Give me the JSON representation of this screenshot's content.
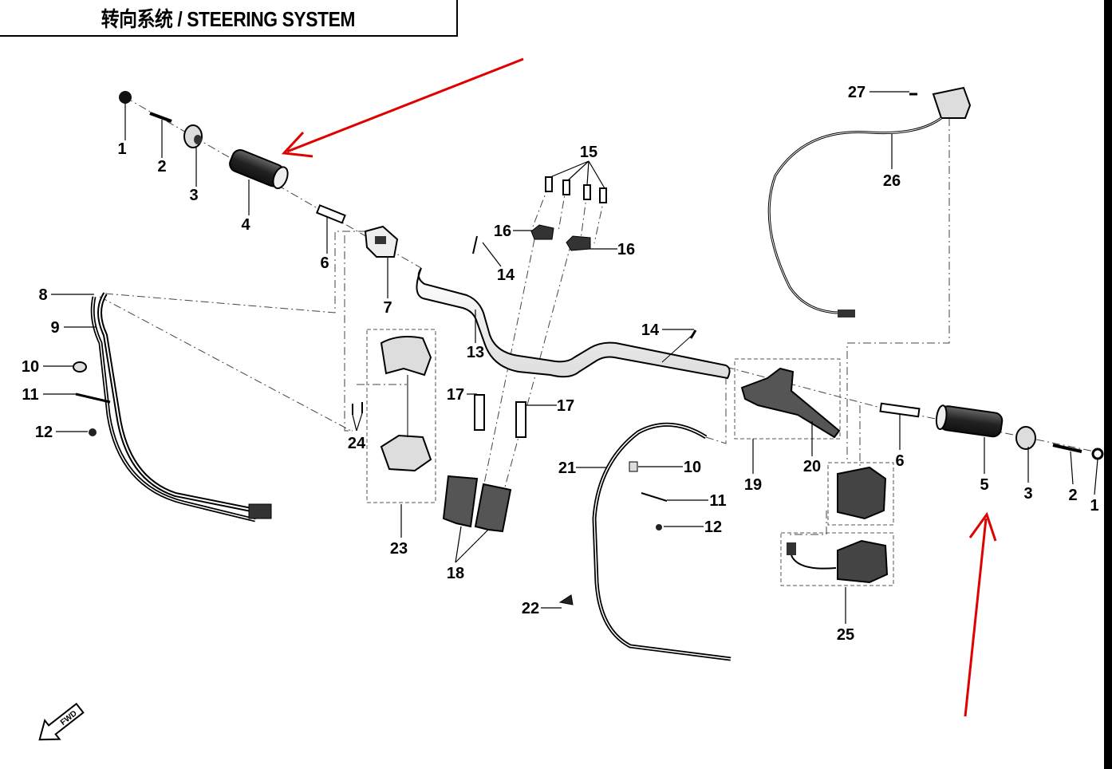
{
  "title": "转向系统 / STEERING SYSTEM",
  "direction_label": "FWD",
  "accent_color": "#e00000",
  "callouts": [
    {
      "id": "c1a",
      "text": "1"
    },
    {
      "id": "c2a",
      "text": "2"
    },
    {
      "id": "c3a",
      "text": "3"
    },
    {
      "id": "c4",
      "text": "4"
    },
    {
      "id": "c6a",
      "text": "6"
    },
    {
      "id": "c7",
      "text": "7"
    },
    {
      "id": "c8",
      "text": "8"
    },
    {
      "id": "c9",
      "text": "9"
    },
    {
      "id": "c10a",
      "text": "10"
    },
    {
      "id": "c11a",
      "text": "11"
    },
    {
      "id": "c12a",
      "text": "12"
    },
    {
      "id": "c13",
      "text": "13"
    },
    {
      "id": "c14a",
      "text": "14"
    },
    {
      "id": "c14b",
      "text": "14"
    },
    {
      "id": "c15",
      "text": "15"
    },
    {
      "id": "c16a",
      "text": "16"
    },
    {
      "id": "c16b",
      "text": "16"
    },
    {
      "id": "c17a",
      "text": "17"
    },
    {
      "id": "c17b",
      "text": "17"
    },
    {
      "id": "c18",
      "text": "18"
    },
    {
      "id": "c19",
      "text": "19"
    },
    {
      "id": "c20",
      "text": "20"
    },
    {
      "id": "c21",
      "text": "21"
    },
    {
      "id": "c10b",
      "text": "10"
    },
    {
      "id": "c11b",
      "text": "11"
    },
    {
      "id": "c12b",
      "text": "12"
    },
    {
      "id": "c22",
      "text": "22"
    },
    {
      "id": "c23",
      "text": "23"
    },
    {
      "id": "c24",
      "text": "24"
    },
    {
      "id": "c25",
      "text": "25"
    },
    {
      "id": "c26",
      "text": "26"
    },
    {
      "id": "c27",
      "text": "27"
    },
    {
      "id": "c6b",
      "text": "6"
    },
    {
      "id": "c5",
      "text": "5"
    },
    {
      "id": "c3b",
      "text": "3"
    },
    {
      "id": "c2b",
      "text": "2"
    },
    {
      "id": "c1b",
      "text": "1"
    }
  ]
}
